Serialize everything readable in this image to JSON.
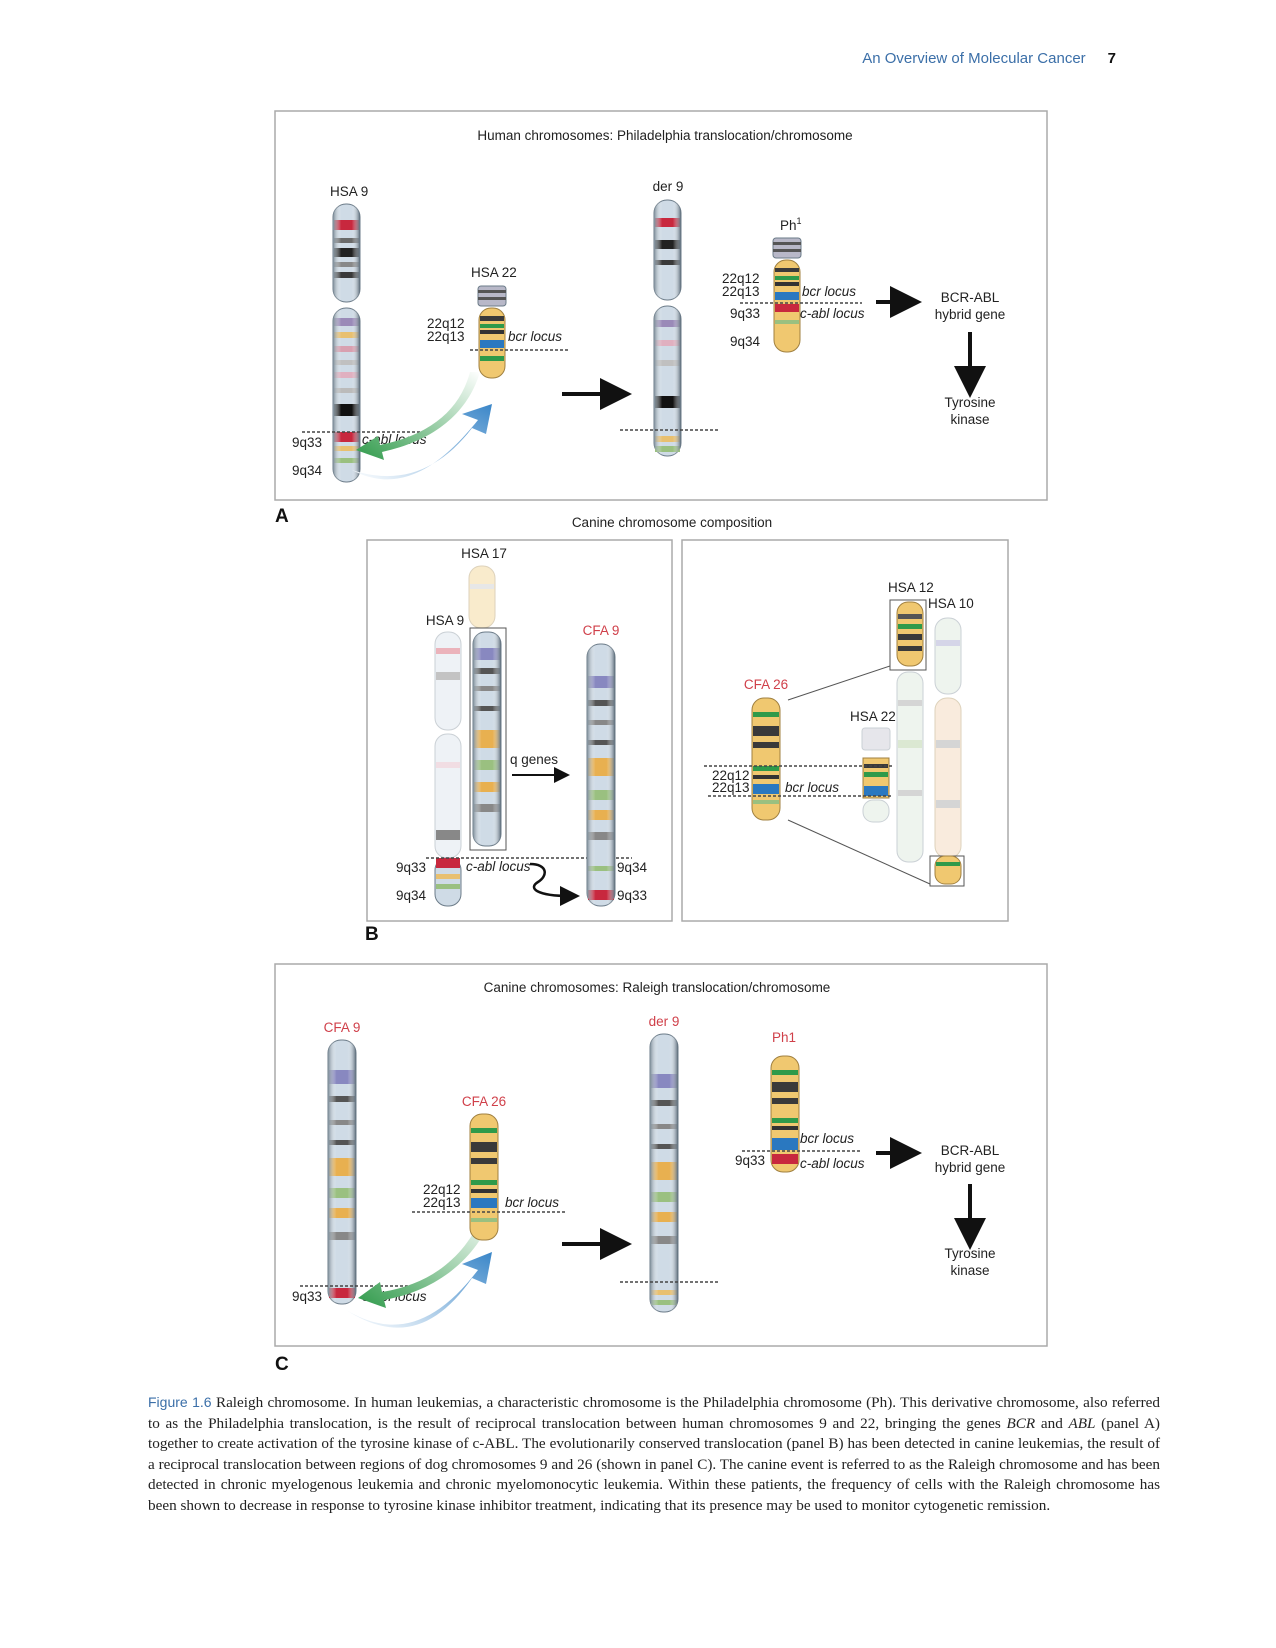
{
  "header": {
    "running_title": "An Overview of Molecular Cancer",
    "page_number": "7"
  },
  "panel_a": {
    "letter": "A",
    "title": "Human chromosomes: Philadelphia translocation/chromosome",
    "hsa9": "HSA 9",
    "hsa22": "HSA 22",
    "der9": "der 9",
    "ph": "Ph",
    "ph_sup": "1",
    "band_22q12": "22q12",
    "band_22q13": "22q13",
    "band_9q33": "9q33",
    "band_9q34": "9q34",
    "bcr_locus": "bcr locus",
    "cabl_locus": "c-abl locus",
    "hybrid_1": "BCR-ABL",
    "hybrid_2": "hybrid gene",
    "kinase_1": "Tyrosine",
    "kinase_2": "kinase"
  },
  "panel_b": {
    "letter": "B",
    "title": "Canine chromosome composition",
    "hsa17": "HSA 17",
    "hsa9": "HSA 9",
    "cfa9": "CFA 9",
    "q_genes": "q genes",
    "band_9q33": "9q33",
    "band_9q34": "9q34",
    "cabl_locus": "c-abl locus",
    "hsa12": "HSA 12",
    "hsa10": "HSA 10",
    "cfa26": "CFA 26",
    "hsa22": "HSA 22",
    "band_22q12": "22q12",
    "band_22q13": "22q13",
    "bcr_locus": "bcr locus"
  },
  "panel_c": {
    "letter": "C",
    "title": "Canine chromosomes: Raleigh translocation/chromosome",
    "cfa9": "CFA 9",
    "cfa26": "CFA 26",
    "der9": "der 9",
    "ph1": "Ph1",
    "band_22q12": "22q12",
    "band_22q13": "22q13",
    "band_9q33": "9q33",
    "bcr_locus": "bcr locus",
    "cabl_locus": "c-abl locus",
    "hybrid_1": "BCR-ABL",
    "hybrid_2": "hybrid gene",
    "kinase_1": "Tyrosine",
    "kinase_2": "kinase"
  },
  "caption": {
    "label": "Figure 1.6",
    "s1": " Raleigh chromosome. In human leukemias, a characteristic chromosome is the Philadelphia chromosome (Ph). This derivative chromosome, also referred to as the Philadelphia translocation, is the result of reciprocal translocation between human chromosomes 9 and 22, bringing the genes ",
    "bcr": "BCR",
    "s2": " and ",
    "abl": "ABL",
    "s3": " (panel A) together to create activation of the tyrosine kinase of c-ABL. The evolutionarily conserved translocation (panel B) has been detected in canine leukemias, the result of a reciprocal translocation between regions of dog chromosomes 9 and 26 (shown in panel C). The canine event is referred to as the Raleigh chromosome and has been detected in chronic myelogenous leukemia and chronic myelomonocytic leukemia. Within these patients, the frequency of cells with the Raleigh chromosome has been shown to decrease in response to tyrosine kinase inhibitor treatment, indicating that its presence may be used to monitor cytogenetic remission."
  },
  "colors": {
    "accent": "#3b6fa8",
    "red_label": "#d0404a",
    "bcr_blue": "#2a78c0",
    "abl_red": "#c8283e"
  }
}
